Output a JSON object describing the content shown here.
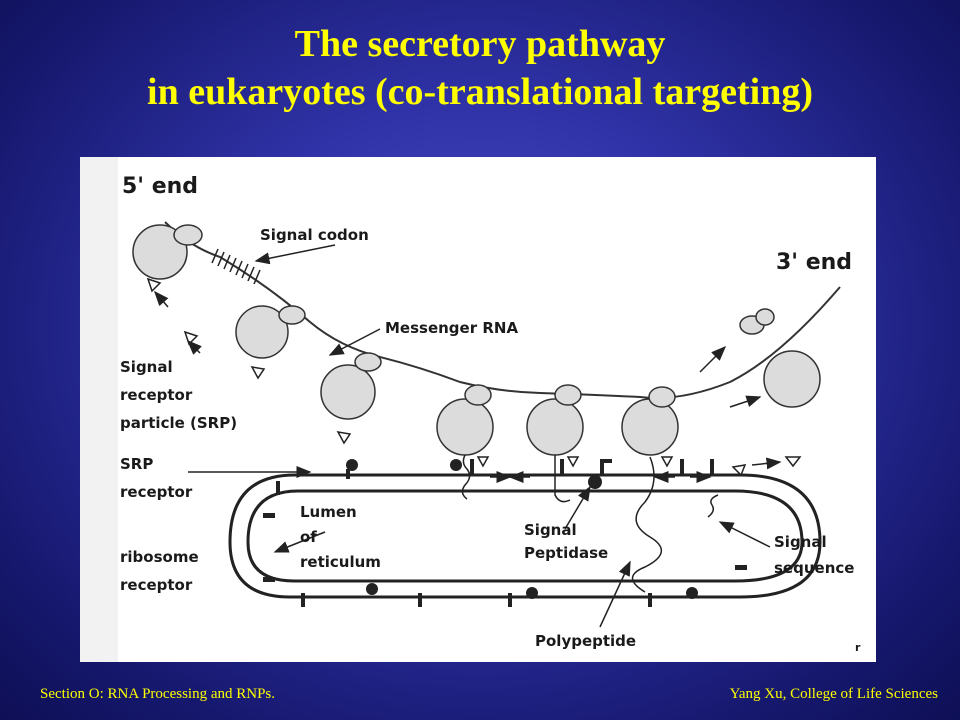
{
  "title": {
    "line1": "The secretory pathway",
    "line2": "in  eukaryotes (co-translational targeting)"
  },
  "diagram": {
    "labels": {
      "five_prime": "5' end",
      "three_prime": "3' end",
      "signal_codon": "Signal codon",
      "messenger_rna": "Messenger RNA",
      "srp_line1": "Signal",
      "srp_line2": "receptor",
      "srp_line3": "particle (SRP)",
      "srp_receptor_line1": "SRP",
      "srp_receptor_line2": "receptor",
      "lumen_line1": "Lumen",
      "lumen_line2": "of",
      "lumen_line3": "reticulum",
      "signal_peptidase_line1": "Signal",
      "signal_peptidase_line2": "Peptidase",
      "ribosome_receptor_line1": "ribosome",
      "ribosome_receptor_line2": "receptor",
      "signal_sequence_line1": "Signal",
      "signal_sequence_line2": "sequence",
      "polypeptide": "Polypeptide",
      "corner_mark": "r"
    }
  },
  "footer": {
    "left": "Section O: RNA Processing and RNPs.",
    "right": "Yang Xu, College of Life Sciences"
  }
}
